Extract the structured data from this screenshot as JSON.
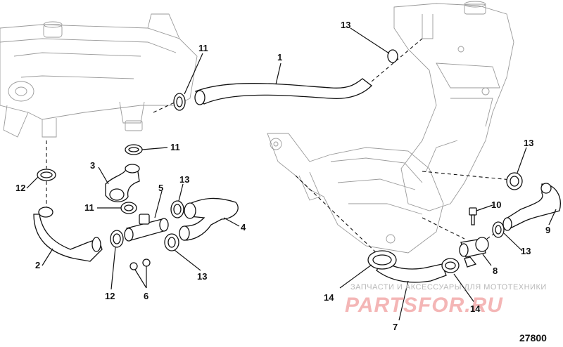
{
  "figure_number": "27800",
  "watermark": {
    "text": "ЗАПЧАСТИ И АКСЕССУАРЫ ДЛЯ МОТОТЕХНИКИ",
    "logo": "PARTSFOR.RU"
  },
  "callouts": {
    "c1": "1",
    "c2": "2",
    "c3": "3",
    "c4": "4",
    "c5": "5",
    "c6": "6",
    "c7": "7",
    "c8": "8",
    "c9": "9",
    "c10": "10",
    "c11a": "11",
    "c11b": "11",
    "c11c": "11",
    "c12a": "12",
    "c12b": "12",
    "c13a": "13",
    "c13b": "13",
    "c13c": "13",
    "c13d": "13",
    "c13e": "13",
    "c14a": "14",
    "c14b": "14"
  }
}
